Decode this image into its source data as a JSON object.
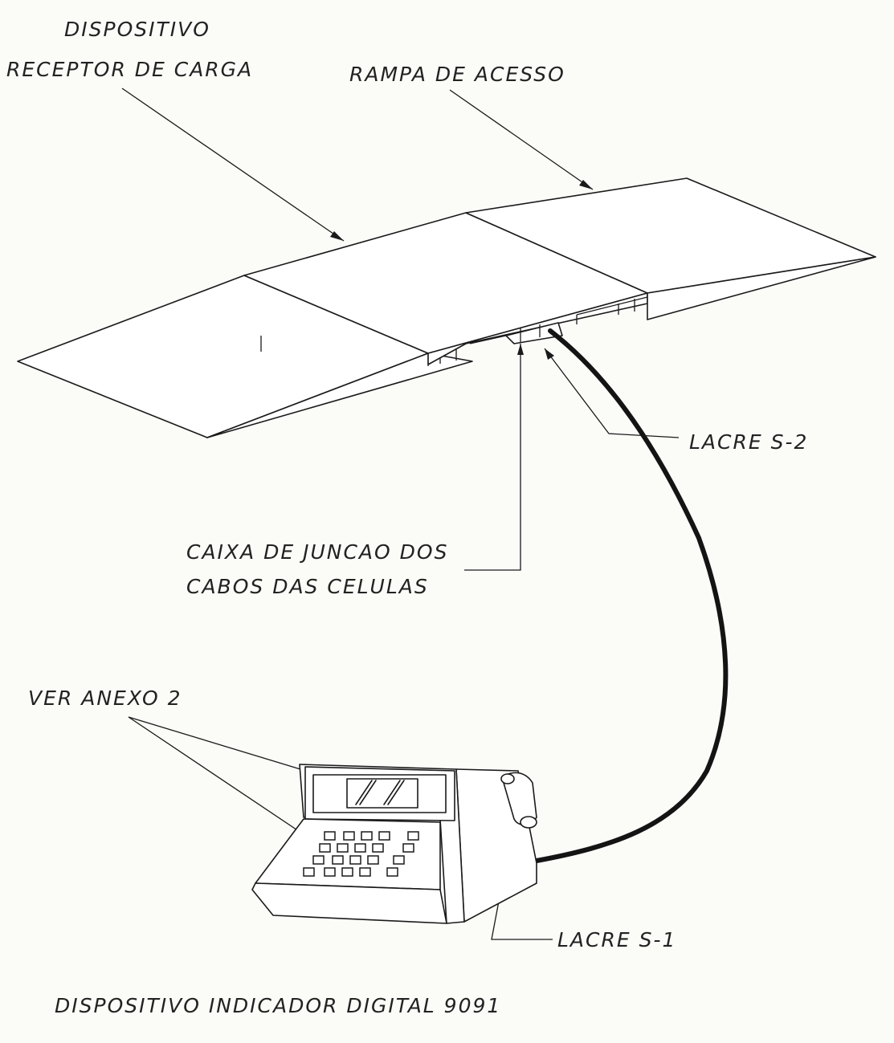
{
  "labels": {
    "dispositivo_top": "DISPOSITIVO",
    "receptor_de_carga": "RECEPTOR DE CARGA",
    "rampa_de_acesso": "RAMPA DE ACESSO",
    "lacre_s2": "LACRE S-2",
    "caixa_line1": "CAIXA DE JUNCAO DOS",
    "caixa_line2": "CABOS DAS CELULAS",
    "ver_anexo": "VER ANEXO 2",
    "lacre_s1": "LACRE S-1",
    "indicador": "DISPOSITIVO INDICADOR DIGITAL 9091"
  }
}
